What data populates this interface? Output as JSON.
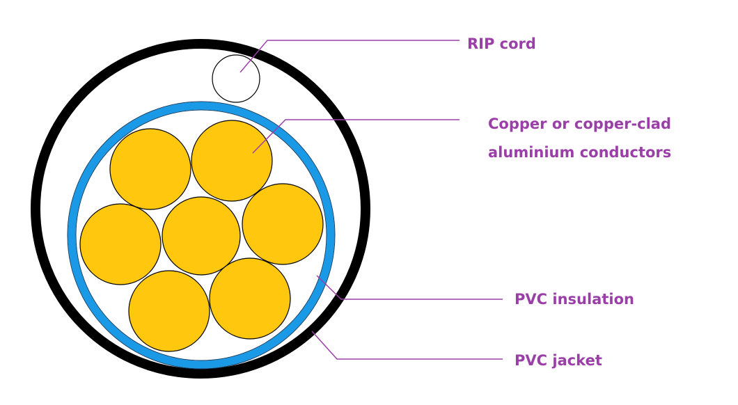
{
  "diagram": {
    "colors": {
      "label": "#9b3fa8",
      "leader": "#9b3fa8",
      "jacket": "#000000",
      "insulation": "#1a9ae6",
      "conductor": "#ffc70e",
      "conductor_outline": "#000000",
      "background": "#ffffff"
    },
    "labels": {
      "rip_cord": "RIP cord",
      "conductors_line1": "Copper or copper-clad",
      "conductors_line2": "aluminium conductors",
      "insulation": "PVC insulation",
      "jacket": "PVC jacket"
    },
    "conductor_count": 7
  }
}
